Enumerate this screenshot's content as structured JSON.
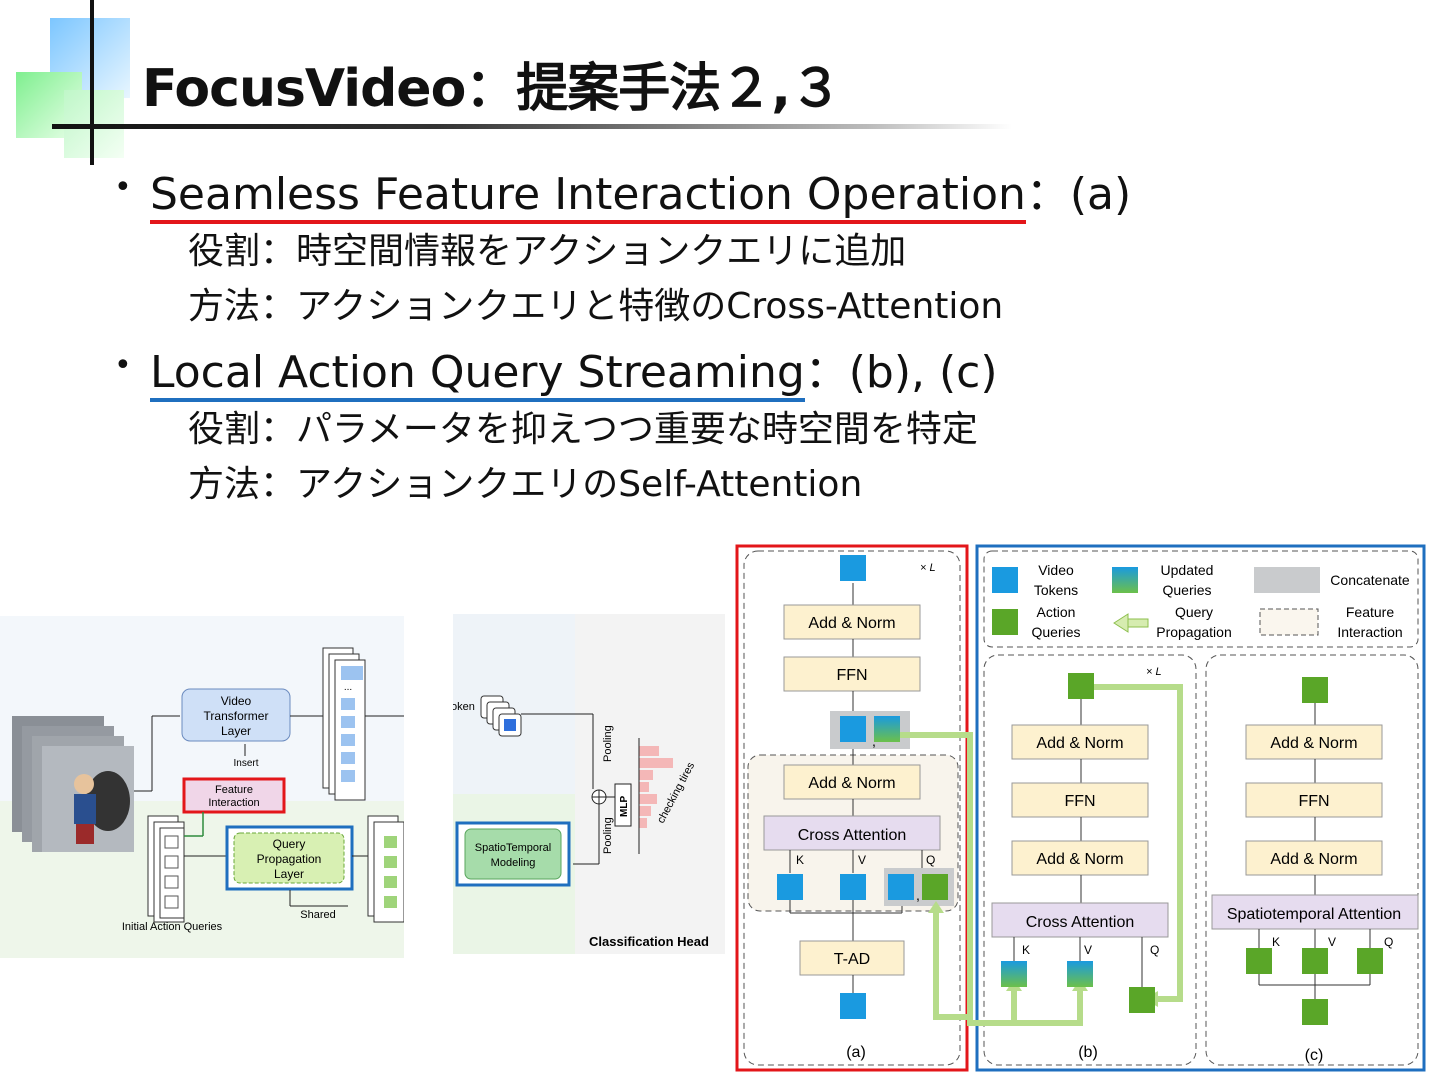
{
  "title": "FocusVideo：提案手法２,３",
  "bullets": [
    {
      "heading": "Seamless Feature Interaction Operation",
      "suffix": "：(a)",
      "role": "役割：時空間情報をアクションクエリに追加",
      "method": "方法：アクションクエリと特徴のCross-Attention"
    },
    {
      "heading": "Local Action Query Streaming",
      "suffix": "：(b), (c)",
      "role": "役割：パラメータを抑えつつ重要な時空間を特定",
      "method": "方法：アクションクエリのSelf-Attention"
    }
  ],
  "colors": {
    "red": "#e3161a",
    "blue": "#1f6fbf",
    "box": "#fdf1cf",
    "green": "#5aa628",
    "cross": "#e6dcef"
  },
  "fig_left": {
    "video_transformer": [
      "Video",
      "Transformer",
      "Layer"
    ],
    "insert": "Insert",
    "feature_interaction": [
      "Feature",
      "Interaction"
    ],
    "query_propagation": [
      "Query",
      "Propagation",
      "Layer"
    ],
    "initial_action_queries": "Initial Action Queries",
    "shared": "Shared",
    "ellipsis": "..."
  },
  "fig_mid": {
    "tokens": "oken",
    "pooling1": "Pooling",
    "pooling2": "Pooling",
    "mlp": "MLP",
    "checking": "checking tires",
    "spatio": [
      "SpatioTemporal",
      "Modeling"
    ],
    "head": "Classification Head"
  },
  "fig_right": {
    "xL_a": "× L",
    "xL_b": "× L",
    "a": {
      "add_norm_top": "Add & Norm",
      "ffn": "FFN",
      "add_norm": "Add & Norm",
      "cross": "Cross Attention",
      "tad": "T-AD",
      "k": "K",
      "v": "V",
      "q": "Q",
      "comma1": ",",
      "comma2": ","
    },
    "b": {
      "add_norm1": "Add & Norm",
      "ffn": "FFN",
      "add_norm2": "Add & Norm",
      "cross": "Cross Attention",
      "k": "K",
      "v": "V",
      "q": "Q"
    },
    "c": {
      "add_norm1": "Add & Norm",
      "ffn": "FFN",
      "add_norm2": "Add & Norm",
      "spatio": "Spatiotemporal  Attention",
      "k": "K",
      "v": "V",
      "q": "Q"
    },
    "legend": {
      "video_tokens": [
        "Video",
        "Tokens"
      ],
      "updated_queries": [
        "Updated",
        "Queries"
      ],
      "concatenate": "Concatenate",
      "action_queries": [
        "Action",
        "Queries"
      ],
      "query_propagation": [
        "Query",
        "Propagation"
      ],
      "feature_interaction": [
        "Feature",
        "Interaction"
      ]
    },
    "labels": {
      "a": "(a)",
      "b": "(b)",
      "c": "(c)"
    }
  }
}
